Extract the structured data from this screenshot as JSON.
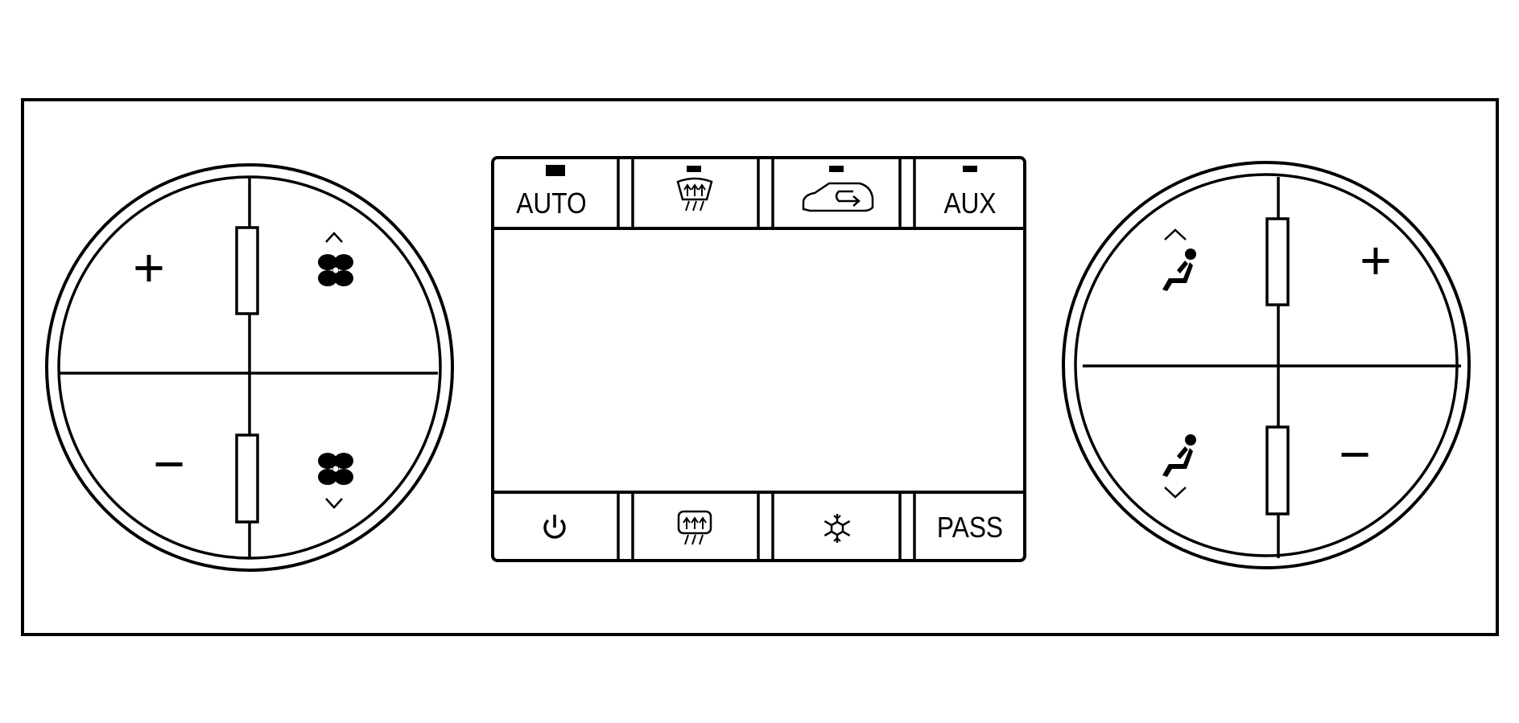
{
  "colors": {
    "stroke": "#000000",
    "background": "#ffffff"
  },
  "left_dial": {
    "plus_label": "+",
    "minus_label": "−",
    "fan_up_icon": "fan-icon",
    "fan_down_icon": "fan-icon"
  },
  "right_dial": {
    "plus_label": "+",
    "minus_label": "−",
    "seat_up_icon": "seated-person-icon",
    "seat_down_icon": "seated-person-icon"
  },
  "buttons": {
    "auto_label": "AUTO",
    "defrost_icon": "front-defrost-icon",
    "recirc_icon": "recirculation-icon",
    "aux_label": "AUX",
    "power_icon": "power-icon",
    "rear_defrost_icon": "rear-defrost-icon",
    "ac_icon": "snowflake-icon",
    "pass_label": "PASS"
  }
}
